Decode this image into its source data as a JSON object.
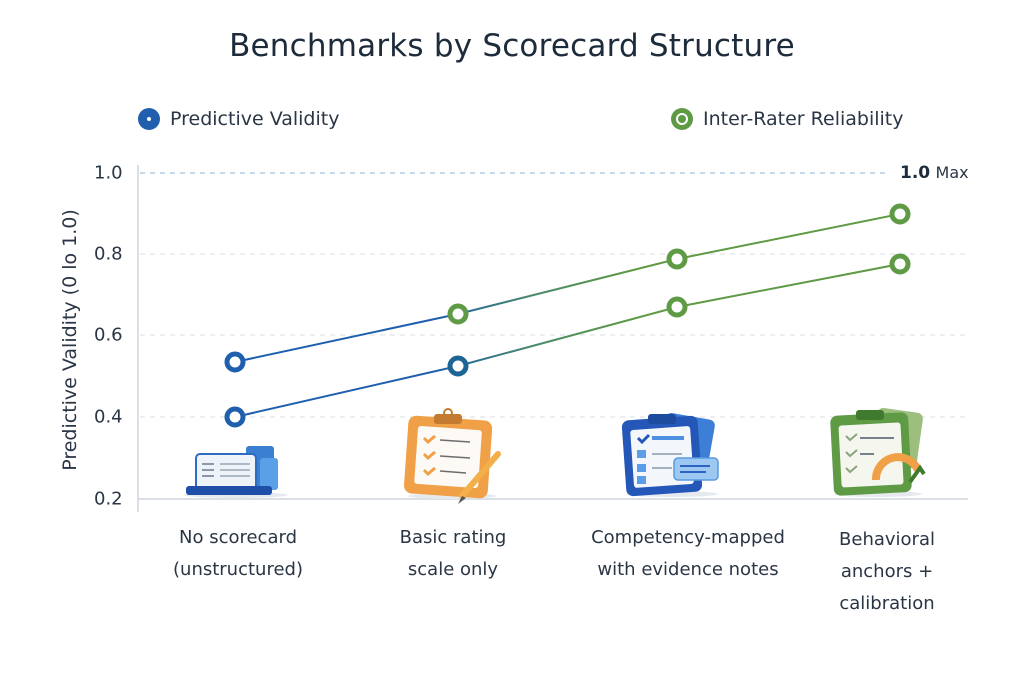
{
  "chart_data": {
    "type": "line",
    "title": "Benchmarks by Scorecard Structure",
    "xlabel": "",
    "ylabel": "Predictive Validity (0 to 1.0)",
    "ylim": [
      0.2,
      1.0
    ],
    "yticks": [
      "1.0",
      "0.8",
      "0.6",
      "0.4",
      "0.2"
    ],
    "grid": true,
    "legend_position": "top",
    "annotation": {
      "value": "1.0",
      "unit": "Max"
    },
    "categories": [
      "No scorecard (unstructured)",
      "Basic rating scale only",
      "Competency-mapped with evidence notes",
      "Behavioral anchors + calibration"
    ],
    "series": [
      {
        "name": "Predictive Validity",
        "color": "#1f5fae",
        "values": [
          0.4,
          0.525,
          0.67,
          0.775
        ]
      },
      {
        "name": "Inter-Rater Reliability",
        "color": "#5f9a45",
        "values": [
          0.535,
          0.65,
          0.79,
          0.9
        ]
      }
    ]
  },
  "title": "Benchmarks by Scorecard Structure",
  "legend": {
    "pv": "Predictive Validity",
    "irr": "Inter-Rater Reliability"
  },
  "axis": {
    "ylabel": "Predictive Validity (0 lo 1.0)",
    "ticks": [
      "1.0",
      "0.8",
      "0.6",
      "0.4",
      "0.2"
    ],
    "max_value": "1.0",
    "max_unit": "Max"
  },
  "categories": [
    {
      "line1": "No scorecard",
      "line2": "(unstructured)",
      "line3": "",
      "icon": "open-folder-icon"
    },
    {
      "line1": "Basic rating",
      "line2": "scale only",
      "line3": "",
      "icon": "clipboard-pencil-icon"
    },
    {
      "line1": "Competency-mapped",
      "line2": "with evidence notes",
      "line3": "",
      "icon": "clipboard-checklist-icon"
    },
    {
      "line1": "Behavioral",
      "line2": "anchors +",
      "line3": "calibration",
      "icon": "clipboard-gauge-icon"
    }
  ]
}
